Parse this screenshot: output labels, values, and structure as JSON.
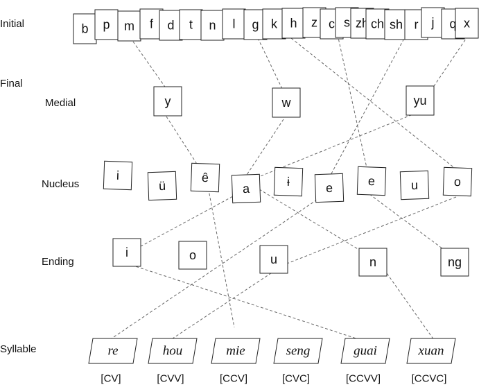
{
  "rows": {
    "initial": "Initial",
    "final": "Final",
    "medial": "Medial",
    "nucleus": "Nucleus",
    "ending": "Ending",
    "syllable": "Syllable"
  },
  "initials": [
    "b",
    "p",
    "m",
    "f",
    "d",
    "t",
    "n",
    "l",
    "g",
    "k",
    "h",
    "z",
    "c",
    "s",
    "zh",
    "ch",
    "sh",
    "r",
    "j",
    "q",
    "x"
  ],
  "medials": [
    "y",
    "w",
    "yu"
  ],
  "nuclei": [
    "i",
    "ü",
    "ê",
    "a",
    "ɨ",
    "e",
    "e",
    "u",
    "o"
  ],
  "endings": [
    "i",
    "o",
    "u",
    "n",
    "ng"
  ],
  "syllables": [
    {
      "text": "re",
      "pattern": "[CV]"
    },
    {
      "text": "hou",
      "pattern": "[CVV]"
    },
    {
      "text": "mie",
      "pattern": "[CCV]"
    },
    {
      "text": "seng",
      "pattern": "[CVC]"
    },
    {
      "text": "guai",
      "pattern": "[CCVV]"
    },
    {
      "text": "xuan",
      "pattern": "[CCVC]"
    }
  ]
}
